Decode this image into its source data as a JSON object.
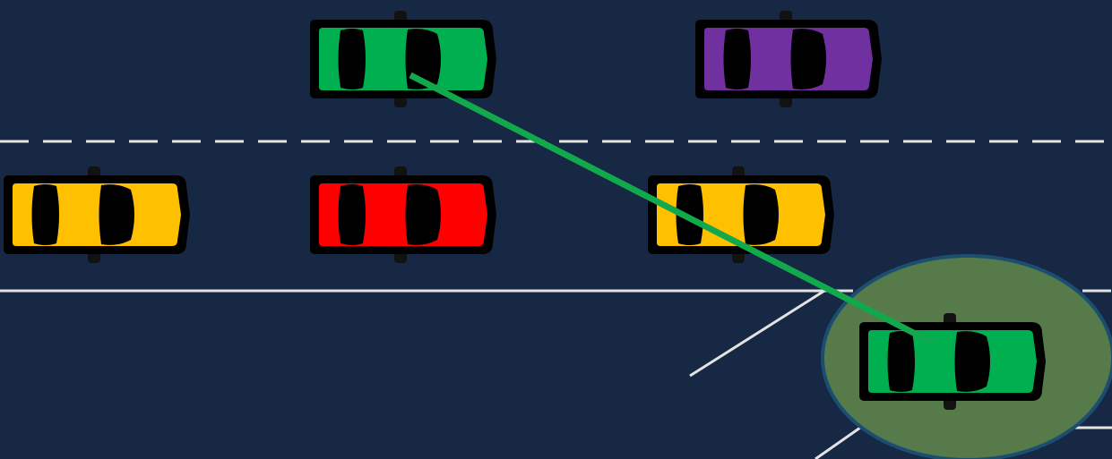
{
  "colors": {
    "background": "#162843",
    "lane_marking": "#e3e3e3",
    "trajectory": "#12a94c",
    "highlight_fill": "#577a4a",
    "highlight_stroke": "#1b4f72",
    "tire": "#121212",
    "car_outline": "#000000",
    "window": "#000000"
  },
  "cars": [
    {
      "id": "top-green-car",
      "color": "#00b050"
    },
    {
      "id": "top-purple-car",
      "color": "#7030a0"
    },
    {
      "id": "left-yellow-car",
      "color": "#ffc000"
    },
    {
      "id": "middle-red-car",
      "color": "#ff0000"
    },
    {
      "id": "right-yellow-car",
      "color": "#ffc000"
    },
    {
      "id": "merging-green-car",
      "color": "#00b050"
    }
  ]
}
